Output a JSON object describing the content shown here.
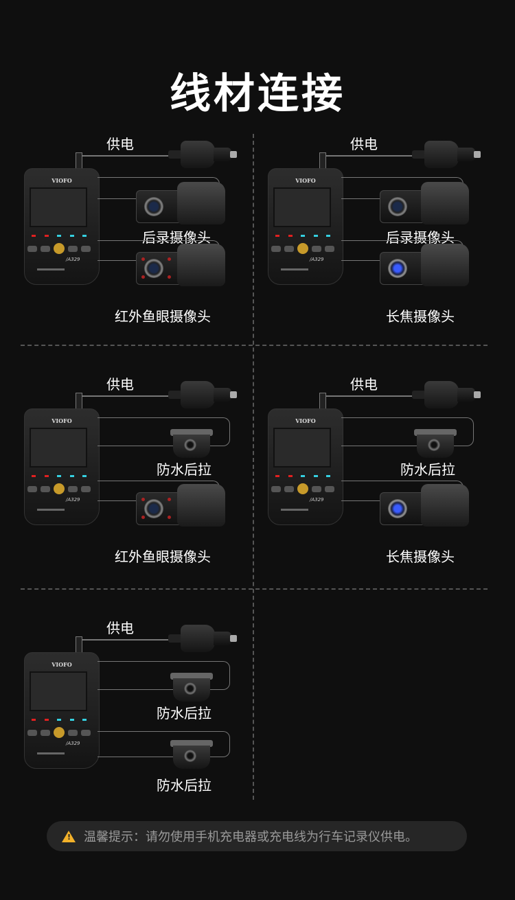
{
  "title": "线材连接",
  "power_label": "供电",
  "dashcam": {
    "brand": "VIOFO",
    "model": "/A329"
  },
  "panels": [
    {
      "cameras": [
        {
          "type": "rear",
          "label": "后录摄像头"
        },
        {
          "type": "ir",
          "label": "红外鱼眼摄像头"
        }
      ]
    },
    {
      "cameras": [
        {
          "type": "rear",
          "label": "后录摄像头"
        },
        {
          "type": "tele",
          "label": "长焦摄像头"
        }
      ]
    },
    {
      "cameras": [
        {
          "type": "waterproof",
          "label": "防水后拉"
        },
        {
          "type": "ir",
          "label": "红外鱼眼摄像头"
        }
      ]
    },
    {
      "cameras": [
        {
          "type": "waterproof",
          "label": "防水后拉"
        },
        {
          "type": "tele",
          "label": "长焦摄像头"
        }
      ]
    },
    {
      "cameras": [
        {
          "type": "waterproof",
          "label": "防水后拉"
        },
        {
          "type": "waterproof",
          "label": "防水后拉"
        }
      ]
    }
  ],
  "note": {
    "icon": "warning-icon",
    "text": "温馨提示：请勿使用手机充电器或充电线为行车记录仪供电。"
  },
  "colors": {
    "warning": "#f2b12a",
    "led_red": "#e02020",
    "led_cyan": "#35d0e0"
  }
}
